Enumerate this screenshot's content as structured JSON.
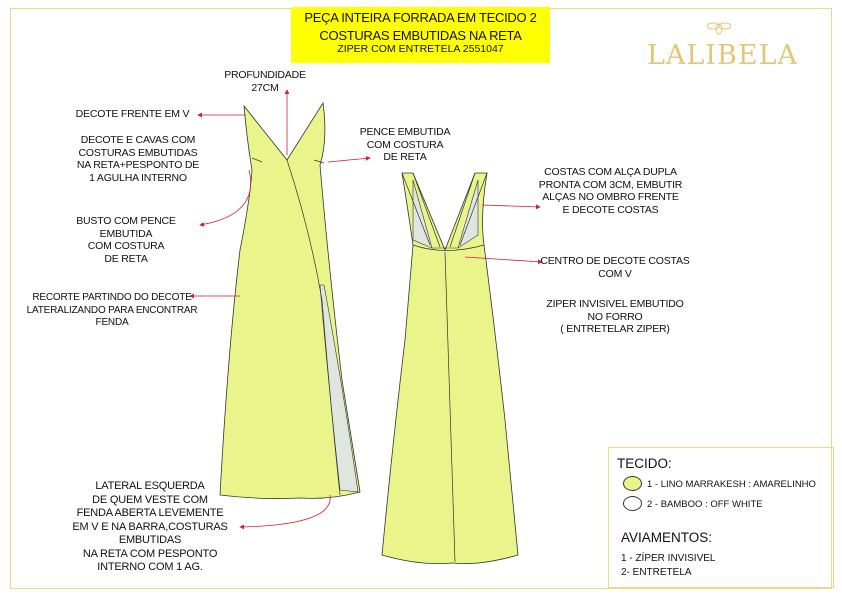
{
  "header": {
    "title_line1": "PEÇA INTEIRA FORRADA EM TECIDO 2",
    "title_line2": "COSTURAS EMBUTIDAS NA RETA",
    "title_line3": "ZIPER COM ENTRETELA 2551047"
  },
  "brand": {
    "logo_text": "LALIBELA",
    "color": "#e4c676"
  },
  "notes": {
    "profundidade": [
      "PROFUNDIDADE",
      "27CM"
    ],
    "decote_frente": "DECOTE FRENTE EM V",
    "decote_cavas": [
      "DECOTE E CAVAS COM",
      "COSTURAS EMBUTIDAS",
      "NA RETA+PESPONTO DE",
      "1 AGULHA INTERNO"
    ],
    "busto": [
      "BUSTO COM PENCE",
      "EMBUTIDA",
      "COM COSTURA",
      "DE RETA"
    ],
    "recorte": [
      "RECORTE PARTINDO DO DECOTE",
      "LATERALIZANDO PARA ENCONTRAR",
      "FENDA"
    ],
    "lateral": [
      "LATERAL ESQUERDA",
      "DE QUEM VESTE COM",
      "FENDA ABERTA LEVEMENTE",
      "EM V E NA BARRA,COSTURAS EMBUTIDAS",
      "NA RETA COM PESPONTO",
      "INTERNO COM 1 AG."
    ],
    "pence": [
      "PENCE EMBUTIDA",
      "COM COSTURA",
      "DE RETA"
    ],
    "costas": [
      "COSTAS COM ALÇA DUPLA",
      "PRONTA COM 3CM, EMBUTIR",
      "ALÇAS NO OMBRO FRENTE",
      "E DECOTE COSTAS"
    ],
    "centro": [
      "CENTRO DE DECOTE COSTAS",
      "COM V"
    ],
    "ziper": [
      "ZIPER INVISIVEL EMBUTIDO",
      "NO FORRO",
      "( ENTRETELAR ZIPER)"
    ]
  },
  "legend": {
    "fabric_heading": "TECIDO:",
    "fabrics": [
      {
        "label": "1 - LINO MARRAKESH : AMARELINHO",
        "color": "#e9f48a"
      },
      {
        "label": "2 - BAMBOO : OFF WHITE",
        "color": "#ffffff"
      }
    ],
    "trims_heading": "AVIAMENTOS:",
    "trims": [
      "1 - ZÍPER INVISIVEL",
      "2- ENTRETELA"
    ]
  },
  "colors": {
    "fabric": "#e9f48a",
    "lining": "#dfe6df",
    "arrow": "#d4202a",
    "title_bg": "#ffff00"
  }
}
